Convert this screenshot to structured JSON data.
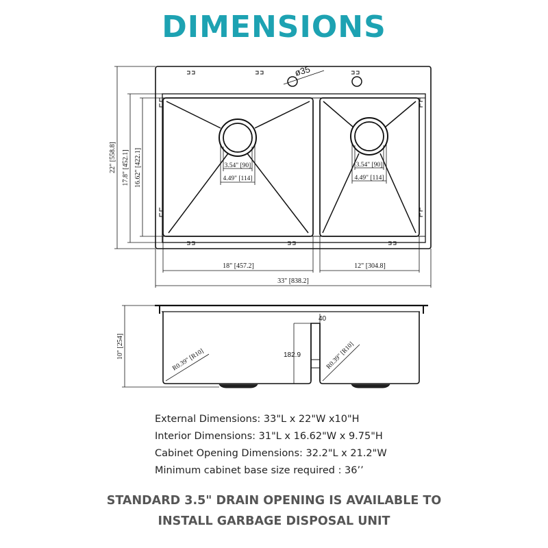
{
  "title": "DIMENSIONS",
  "top_view": {
    "faucet_hole_label": "ø35",
    "overall_width": "33\" [838.2]",
    "left_bowl_width": "18\" [457.2]",
    "right_bowl_width": "12\" [304.8]",
    "overall_depth": "22\" [558.8]",
    "bowl_depth_outer": "17.8\" [452.1]",
    "bowl_depth_inner": "16.62\" [422.1]",
    "left_drain_inner": "3.54\" [90]",
    "left_drain_outer": "4.49\" [114]",
    "right_drain_inner": "3.54\" [90]",
    "right_drain_outer": "4.49\" [114]"
  },
  "side_view": {
    "height": "10\" [254]",
    "left_radius": "R0.39\" [R10]",
    "right_radius": "R0.39\" [R10]",
    "divider_gap": "40",
    "divider_height": "182.9"
  },
  "specs": [
    "External Dimensions: 33\"L x 22\"W x10\"H",
    "Interior Dimensions: 31\"L x 16.62\"W x 9.75\"H",
    "Cabinet Opening Dimensions: 32.2\"L x 21.2\"W",
    "Minimum cabinet base size required : 36’’"
  ],
  "note": {
    "line1": "STANDARD 3.5\" DRAIN OPENING IS AVAILABLE TO",
    "line2": "INSTALL GARBAGE DISPOSAL UNIT"
  },
  "colors": {
    "title": "#1da2b2",
    "note": "#555555",
    "lines": "#111111"
  }
}
